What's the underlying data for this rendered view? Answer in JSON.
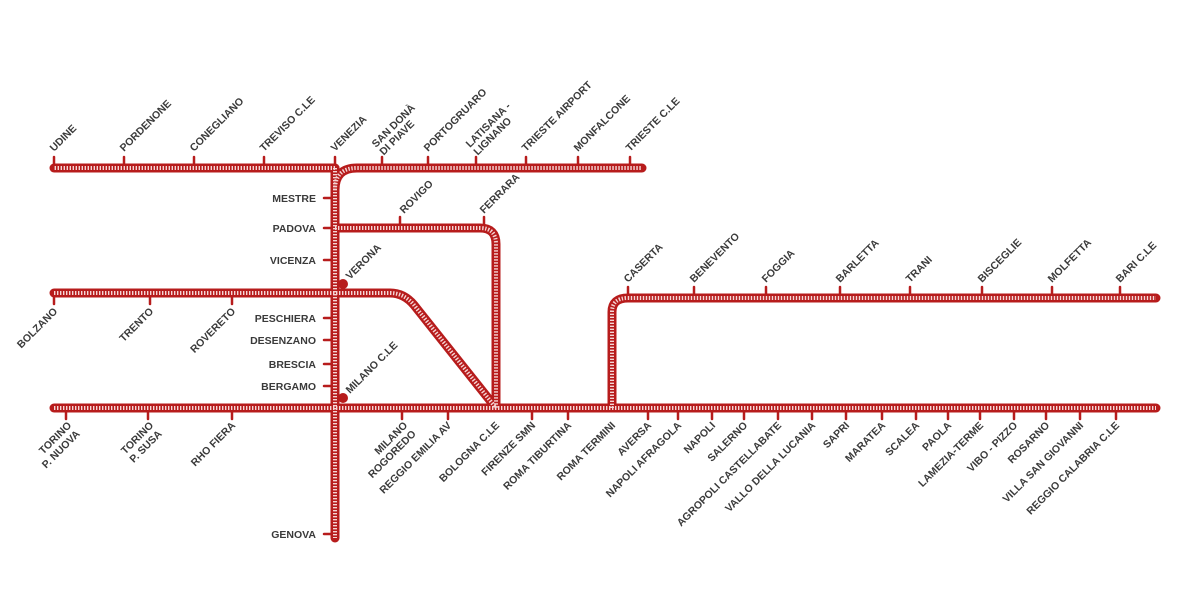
{
  "colors": {
    "track": "#b71c1c",
    "label": "#3a3a3a",
    "background": "#ffffff"
  },
  "top_line": [
    {
      "lines": [
        "UDINE"
      ]
    },
    {
      "lines": [
        "PORDENONE"
      ]
    },
    {
      "lines": [
        "CONEGLIANO"
      ]
    },
    {
      "lines": [
        "TREVISO C.LE"
      ]
    },
    {
      "lines": [
        "VENEZIA"
      ]
    },
    {
      "lines": [
        "SAN DONÀ",
        "DI PIAVE"
      ]
    },
    {
      "lines": [
        "PORTOGRUARO"
      ]
    },
    {
      "lines": [
        "LATISANA -",
        "LIGNANO"
      ]
    },
    {
      "lines": [
        "TRIESTE AIRPORT"
      ]
    },
    {
      "lines": [
        "MONFALCONE"
      ]
    },
    {
      "lines": [
        "TRIESTE C.LE"
      ]
    }
  ],
  "trunk_left": [
    {
      "lines": [
        "MESTRE"
      ]
    },
    {
      "lines": [
        "PADOVA"
      ]
    },
    {
      "lines": [
        "VICENZA"
      ]
    },
    {
      "lines": [
        "PESCHIERA"
      ]
    },
    {
      "lines": [
        "DESENZANO"
      ]
    },
    {
      "lines": [
        "BRESCIA"
      ]
    },
    {
      "lines": [
        "BERGAMO"
      ]
    },
    {
      "lines": [
        "GENOVA"
      ]
    }
  ],
  "trunk_right": [
    {
      "lines": [
        "VERONA"
      ]
    },
    {
      "lines": [
        "MILANO C.LE"
      ]
    }
  ],
  "padova_branch": [
    {
      "lines": [
        "ROVIGO"
      ]
    },
    {
      "lines": [
        "FERRARA"
      ]
    }
  ],
  "bolzano_line": [
    {
      "lines": [
        "BOLZANO"
      ]
    },
    {
      "lines": [
        "TRENTO"
      ]
    },
    {
      "lines": [
        "ROVERETO"
      ]
    }
  ],
  "bari_line": [
    {
      "lines": [
        "CASERTA"
      ]
    },
    {
      "lines": [
        "BENEVENTO"
      ]
    },
    {
      "lines": [
        "FOGGIA"
      ]
    },
    {
      "lines": [
        "BARLETTA"
      ]
    },
    {
      "lines": [
        "TRANI"
      ]
    },
    {
      "lines": [
        "BISCEGLIE"
      ]
    },
    {
      "lines": [
        "MOLFETTA"
      ]
    },
    {
      "lines": [
        "BARI C.LE"
      ]
    }
  ],
  "bottom_line": [
    {
      "lines": [
        "TORINO",
        "P. NUOVA"
      ]
    },
    {
      "lines": [
        "TORINO",
        "P. SUSA"
      ]
    },
    {
      "lines": [
        "RHO FIERA"
      ]
    },
    {
      "lines": [
        "MILANO",
        "ROGOREDO"
      ]
    },
    {
      "lines": [
        "REGGIO EMILIA AV"
      ]
    },
    {
      "lines": [
        "BOLOGNA C.LE"
      ]
    },
    {
      "lines": [
        "FIRENZE SMN"
      ]
    },
    {
      "lines": [
        "ROMA TIBURTINA"
      ]
    },
    {
      "lines": [
        "ROMA TERMINI"
      ]
    },
    {
      "lines": [
        "AVERSA"
      ]
    },
    {
      "lines": [
        "NAPOLI AFRAGOLA"
      ]
    },
    {
      "lines": [
        "NAPOLI"
      ]
    },
    {
      "lines": [
        "SALERNO"
      ]
    },
    {
      "lines": [
        "AGROPOLI CASTELLABATE"
      ]
    },
    {
      "lines": [
        "VALLO DELLA LUCANIA"
      ]
    },
    {
      "lines": [
        "SAPRI"
      ]
    },
    {
      "lines": [
        "MARATEA"
      ]
    },
    {
      "lines": [
        "SCALEA"
      ]
    },
    {
      "lines": [
        "PAOLA"
      ]
    },
    {
      "lines": [
        "LAMEZIA-TERME"
      ]
    },
    {
      "lines": [
        "VIBO - PIZZO"
      ]
    },
    {
      "lines": [
        "ROSARNO"
      ]
    },
    {
      "lines": [
        "VILLA SAN GIOVANNI"
      ]
    },
    {
      "lines": [
        "REGGIO CALABRIA C.LE"
      ]
    }
  ]
}
